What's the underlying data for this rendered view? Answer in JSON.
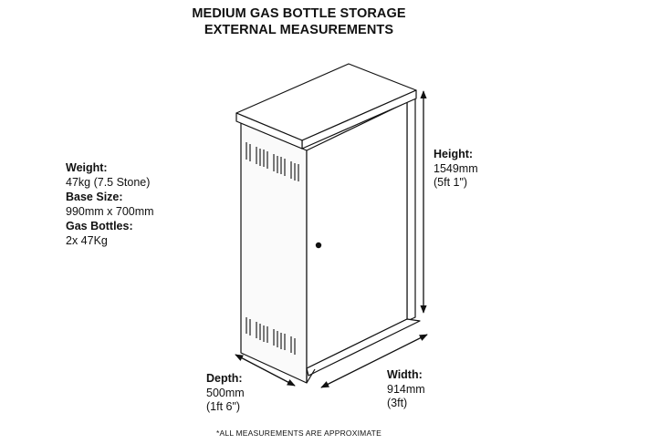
{
  "title": {
    "line1": "MEDIUM GAS BOTTLE STORAGE",
    "line2": "EXTERNAL MEASUREMENTS"
  },
  "specs": {
    "weight_label": "Weight:",
    "weight_value": "47kg (7.5 Stone)",
    "base_label": "Base Size:",
    "base_value": "990mm x 700mm",
    "bottles_label": "Gas Bottles:",
    "bottles_value": "2x 47Kg"
  },
  "height": {
    "label": "Height:",
    "metric": "1549mm",
    "imperial": "(5ft 1\")"
  },
  "depth": {
    "label": "Depth:",
    "metric": "500mm",
    "imperial": "(1ft 6\")"
  },
  "width": {
    "label": "Width:",
    "metric": "914mm",
    "imperial": "(3ft)"
  },
  "footnote": "*ALL MEASUREMENTS ARE APPROXIMATE"
}
